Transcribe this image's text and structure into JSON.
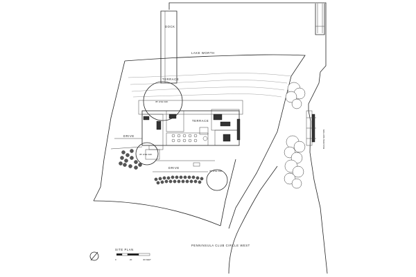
{
  "labels": {
    "dock": "DOCK",
    "lake": "LAKE WORTH",
    "terrace_north": "TERRACE",
    "terrace_east": "TERRACE",
    "drive_west": "DRIVE",
    "drive_south": "DRIVE",
    "oak_1": "35' LIVE OAK",
    "oak_2": "35' LIVE OAK",
    "oak_3": "35' LIVE OAK",
    "building_section": "BUILDING SECTION",
    "road": "PENNINSULA CLUB CIRCLE WEST",
    "site_plan": "SITE PLAN",
    "scale_0": "0",
    "scale_20": "20",
    "scale_40": "40 FEET"
  }
}
